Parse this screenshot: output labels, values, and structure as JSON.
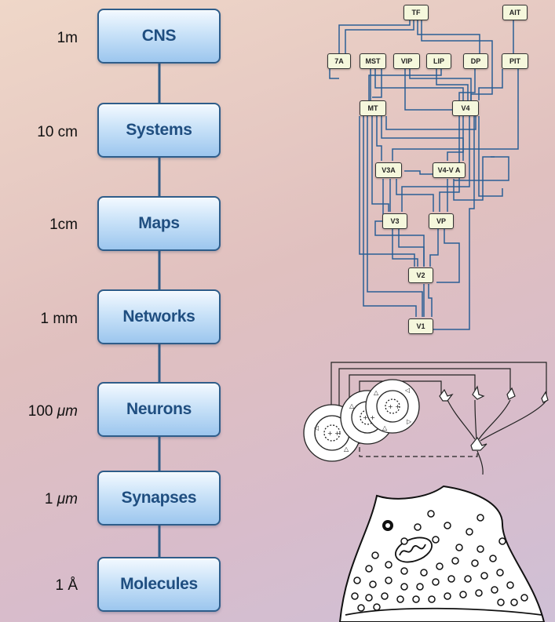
{
  "levels": [
    {
      "label": "CNS",
      "scale": "1m"
    },
    {
      "label": "Systems",
      "scale": "10 cm"
    },
    {
      "label": "Maps",
      "scale": "1cm"
    },
    {
      "label": "Networks",
      "scale": "1 mm"
    },
    {
      "label": "Neurons",
      "scale_num": "100",
      "scale_unit": "μm"
    },
    {
      "label": "Synapses",
      "scale_num": "1",
      "scale_unit": "μm"
    },
    {
      "label": "Molecules",
      "scale": "1 Å"
    }
  ],
  "visual_areas": [
    "TF",
    "AIT",
    "7A",
    "MST",
    "VIP",
    "LIP",
    "DP",
    "PIT",
    "MT",
    "V4",
    "V3A",
    "V4-V A",
    "V3",
    "VP",
    "V2",
    "V1"
  ],
  "colors": {
    "box_border": "#2e5d8a",
    "box_text": "#1f4e80",
    "wire": "#2a5f95",
    "area_fill": "#f5f7dc"
  }
}
